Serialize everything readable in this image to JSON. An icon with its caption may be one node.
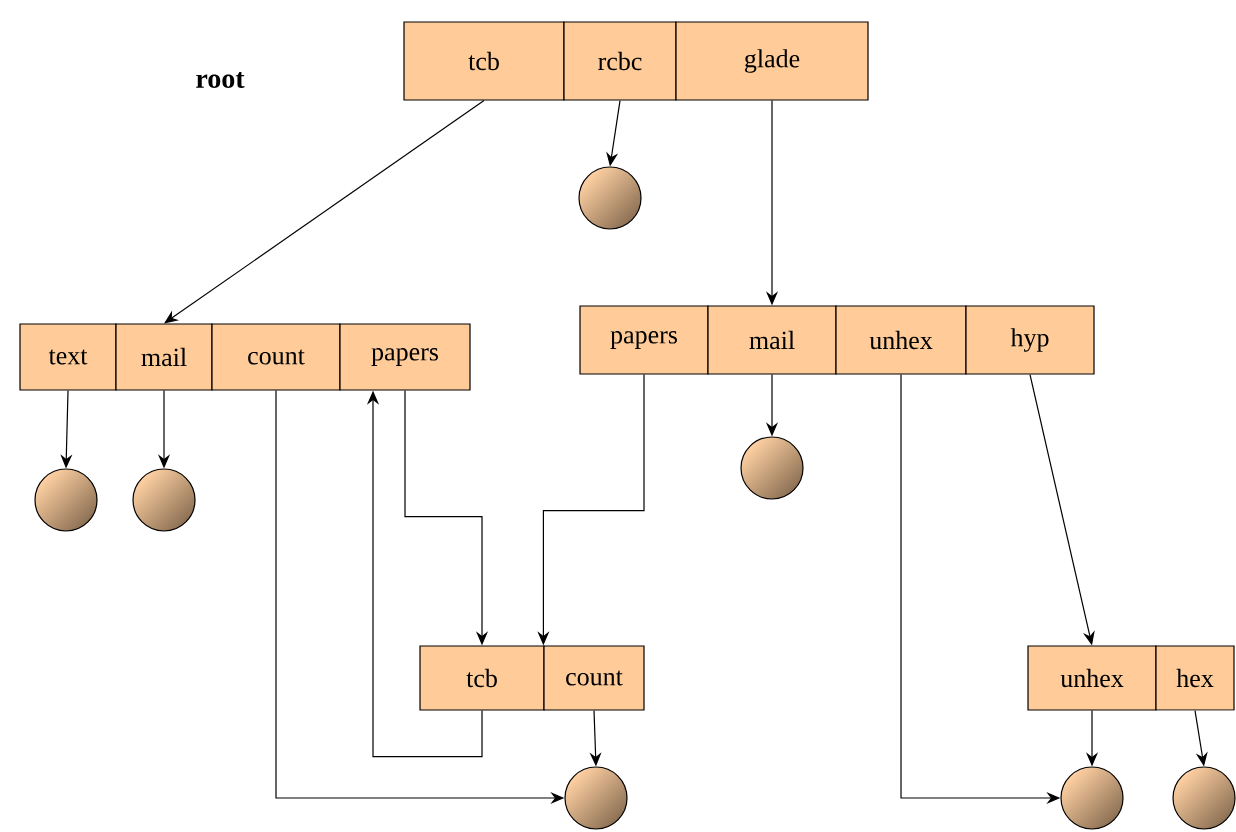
{
  "diagram": {
    "nodes": [
      {
        "text": [
          "tcb"
        ]
      },
      {
        "text": [
          "rcbc"
        ]
      },
      {
        "text": [
          "glade"
        ]
      },
      {
        "text": [],
        "shape": "circle"
      },
      {
        "text": [
          "text"
        ]
      },
      {
        "text": [
          "mail"
        ]
      },
      {
        "text": [
          "count"
        ]
      },
      {
        "text": [
          "papers"
        ]
      },
      {
        "text": [
          "papers"
        ]
      },
      {
        "text": [
          "mail"
        ]
      },
      {
        "text": [
          "unhex"
        ]
      },
      {
        "text": [
          "hyp"
        ]
      },
      {
        "text": [],
        "shape": "circle"
      },
      {
        "text": [],
        "shape": "circle"
      },
      {
        "text": [],
        "shape": "circle"
      },
      {
        "text": [
          "tcb"
        ]
      },
      {
        "text": [
          "count"
        ]
      },
      {
        "text": [
          "unhex"
        ]
      },
      {
        "text": [
          "hex"
        ]
      },
      {
        "text": [],
        "shape": "circle"
      },
      {
        "text": [],
        "shape": "circle"
      },
      {
        "text": [],
        "shape": "circle"
      }
    ],
    "edges": [
      {
        "from": 0,
        "to": 5,
        "arrow": "to"
      },
      {
        "from": 1,
        "to": 3,
        "arrow": "to"
      },
      {
        "from": 2,
        "to": 9,
        "arrow": "to"
      },
      {
        "from": 4,
        "to": 12,
        "arrow": "to"
      },
      {
        "from": 5,
        "to": 13,
        "arrow": "to"
      },
      {
        "from": 9,
        "to": 14,
        "arrow": "to"
      },
      {
        "from": 7,
        "to": 15,
        "arrow": "to"
      },
      {
        "from": 8,
        "to": 16,
        "arrow": "to"
      },
      {
        "from": 15,
        "to": 7,
        "arrow": "to"
      },
      {
        "from": 6,
        "to": 19,
        "arrow": "to"
      },
      {
        "from": 16,
        "to": 19,
        "arrow": "to"
      },
      {
        "from": 10,
        "to": 20,
        "arrow": "to"
      },
      {
        "from": 11,
        "to": 17,
        "arrow": "to"
      },
      {
        "from": 17,
        "to": 20,
        "arrow": "to"
      },
      {
        "from": 18,
        "to": 21,
        "arrow": "to"
      }
    ],
    "labels": [
      "root"
    ]
  }
}
